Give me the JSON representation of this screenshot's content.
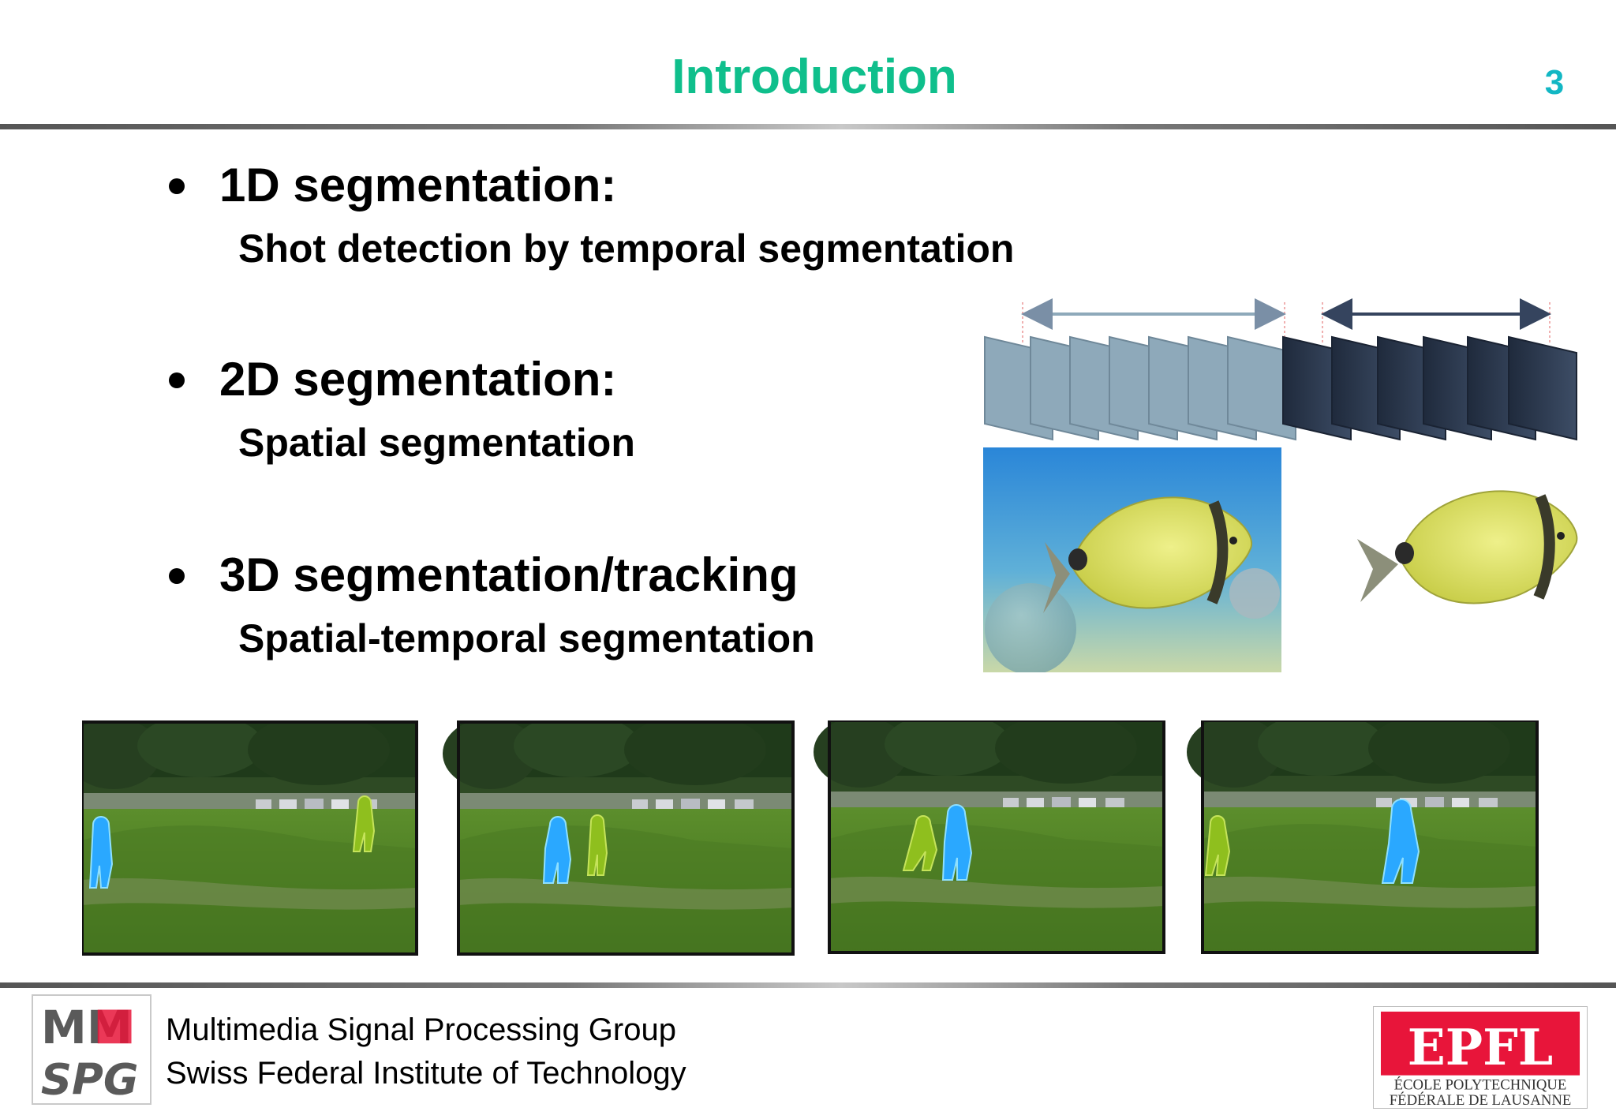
{
  "slide": {
    "title": "Introduction",
    "page_number": "3"
  },
  "bullets": [
    {
      "heading": "1D segmentation:",
      "detail": "Shot detection by temporal segmentation"
    },
    {
      "heading": "2D segmentation:",
      "detail": "Spatial segmentation"
    },
    {
      "heading": "3D segmentation/tracking",
      "detail": "Spatial-temporal segmentation"
    }
  ],
  "footer": {
    "line1": "Multimedia Signal Processing Group",
    "line2": "Swiss Federal Institute of Technology",
    "left_logo_text": [
      "MM",
      "SPG"
    ],
    "right_logo_text": [
      "EPFL",
      "ÉCOLE POLYTECHNIQUE",
      "FÉDÉRALE DE LAUSANNE"
    ]
  },
  "colors": {
    "title": "#0fbf8c",
    "page_number": "#12b7c4",
    "shot1_frames": "#8ea9ba",
    "shot2_frames": "#2c3a50",
    "epfl_red": "#e8153a",
    "segmented_person_blue": "#2aa8ff",
    "segmented_person_green": "#8fbf1e"
  }
}
